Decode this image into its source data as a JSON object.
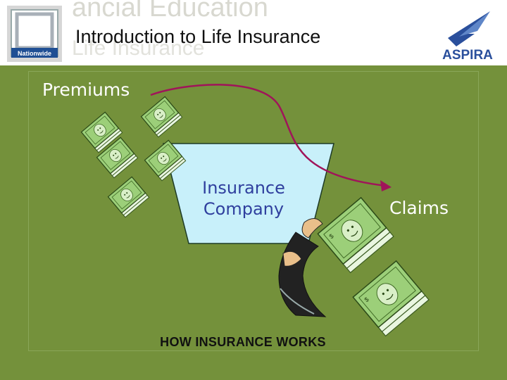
{
  "slide": {
    "title": "Introduction to Life Insurance",
    "ghost_line_1": "ancial Education",
    "ghost_line_2": "Life Insurance",
    "brand_left": "Nationwide",
    "brand_right": "ASPIRA"
  },
  "diagram": {
    "source_label": "Premiums",
    "center_label_line1": "Insurance",
    "center_label_line2": "Company",
    "target_label": "Claims",
    "caption": "HOW INSURANCE WORKS"
  },
  "colors": {
    "background": "#74913b",
    "header": "#ffffff",
    "funnel_fill": "#c8f0fa",
    "arrow": "#a0145a",
    "company_text": "#2f3f9e",
    "money_green": "#9ccf79"
  },
  "icons": [
    "nationwide-logo",
    "aspira-logo",
    "money-stack-icon",
    "hand-icon",
    "curved-arrow-icon"
  ]
}
